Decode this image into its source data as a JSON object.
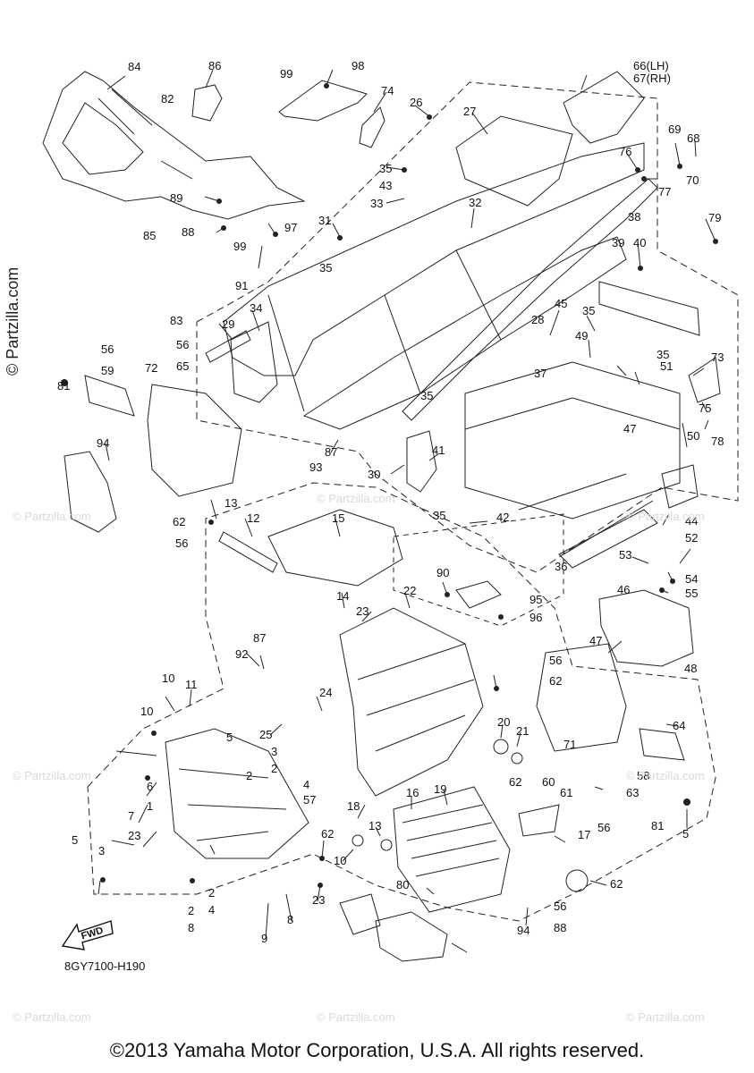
{
  "diagram": {
    "side_watermark": "© Partzilla.com",
    "diagram_code": "8GY7100-H190",
    "fwd_label": "FWD",
    "copyright": "©2013 Yamaha Motor Corporation, U.S.A. All rights reserved.",
    "faint_watermark": "© Partzilla.com"
  },
  "callouts": [
    "84",
    "86",
    "99",
    "98",
    "74",
    "26",
    "66(LH)",
    "67(RH)",
    "82",
    "27",
    "76",
    "69",
    "68",
    "70",
    "77",
    "35",
    "43",
    "33",
    "32",
    "31",
    "97",
    "99",
    "35",
    "91",
    "89",
    "88",
    "85",
    "83",
    "38",
    "39",
    "40",
    "79",
    "29",
    "34",
    "28",
    "45",
    "35",
    "49",
    "35",
    "51",
    "73",
    "56",
    "59",
    "81",
    "56",
    "65",
    "72",
    "37",
    "35",
    "47",
    "75",
    "78",
    "94",
    "87",
    "93",
    "30",
    "41",
    "50",
    "35",
    "42",
    "44",
    "13",
    "12",
    "62",
    "56",
    "15",
    "53",
    "52",
    "54",
    "55",
    "36",
    "46",
    "14",
    "22",
    "90",
    "95",
    "96",
    "23",
    "47",
    "48",
    "92",
    "87",
    "10",
    "11",
    "24",
    "56",
    "62",
    "64",
    "10",
    "5",
    "25",
    "20",
    "21",
    "71",
    "58",
    "2",
    "3",
    "2",
    "4",
    "57",
    "62",
    "60",
    "61",
    "63",
    "56",
    "81",
    "5",
    "6",
    "1",
    "5",
    "7",
    "23",
    "16",
    "19",
    "18",
    "13",
    "62",
    "17",
    "10",
    "3",
    "2",
    "4",
    "2",
    "8",
    "9",
    "8",
    "23",
    "80",
    "62",
    "56",
    "88",
    "94"
  ]
}
